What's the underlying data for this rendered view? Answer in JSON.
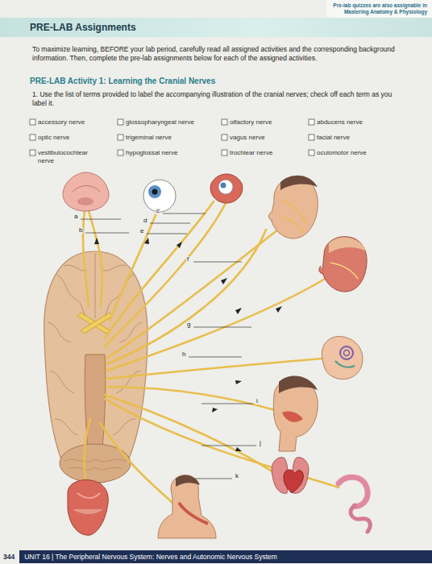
{
  "diagram": {
    "nodes": [
      {
        "text": [
          "Pre-lab quizzes are also assignable in Mastering Anatomy & Physiology"
        ]
      },
      {
        "text": [
          "PRE-LAB Assignments"
        ]
      },
      {
        "text": [
          "344",
          "UNIT 16 | The Peripheral Nervous System: Nerves and Autonomic Nervous System"
        ]
      }
    ],
    "labels": [
      "To maximize learning, BEFORE your lab period, carefully read all assigned activities and the corresponding background information. Then, complete the pre-lab assignments below for each of the assigned activities.",
      "PRE-LAB Activity 1: Learning the Cranial Nerves",
      "1. Use the list of terms provided to label the accompanying illustration of the cranial nerves; check off each term as you label it.",
      "accessory nerve",
      "glossopharyngeal nerve",
      "olfactory nerve",
      "abducens nerve",
      "optic nerve",
      "trigeminal nerve",
      "vagus nerve",
      "facial nerve",
      "vestibulocochlear nerve",
      "hypoglossal nerve",
      "trochlear nerve",
      "oculomotor nerve",
      "a",
      "b",
      "c",
      "d",
      "e",
      "f",
      "g",
      "h",
      "i",
      "j",
      "k"
    ]
  }
}
